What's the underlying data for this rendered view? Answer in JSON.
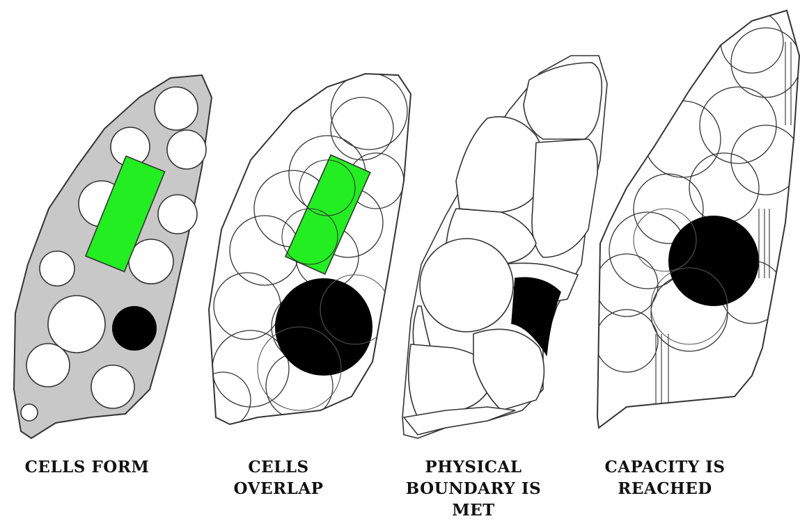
{
  "panels": [
    {
      "caption_lines": [
        "CELLS FORM"
      ]
    },
    {
      "caption_lines": [
        "CELLS",
        "OVERLAP"
      ]
    },
    {
      "caption_lines": [
        "PHYSICAL",
        "BOUNDARY IS",
        "MET"
      ]
    },
    {
      "caption_lines": [
        "CAPACITY IS",
        "REACHED"
      ]
    }
  ],
  "colors": {
    "fill_gray": "#c8c8c8",
    "accent_green": "#22ee22",
    "dark_cell": "#000000",
    "outline": "#333333",
    "background": "#ffffff"
  }
}
